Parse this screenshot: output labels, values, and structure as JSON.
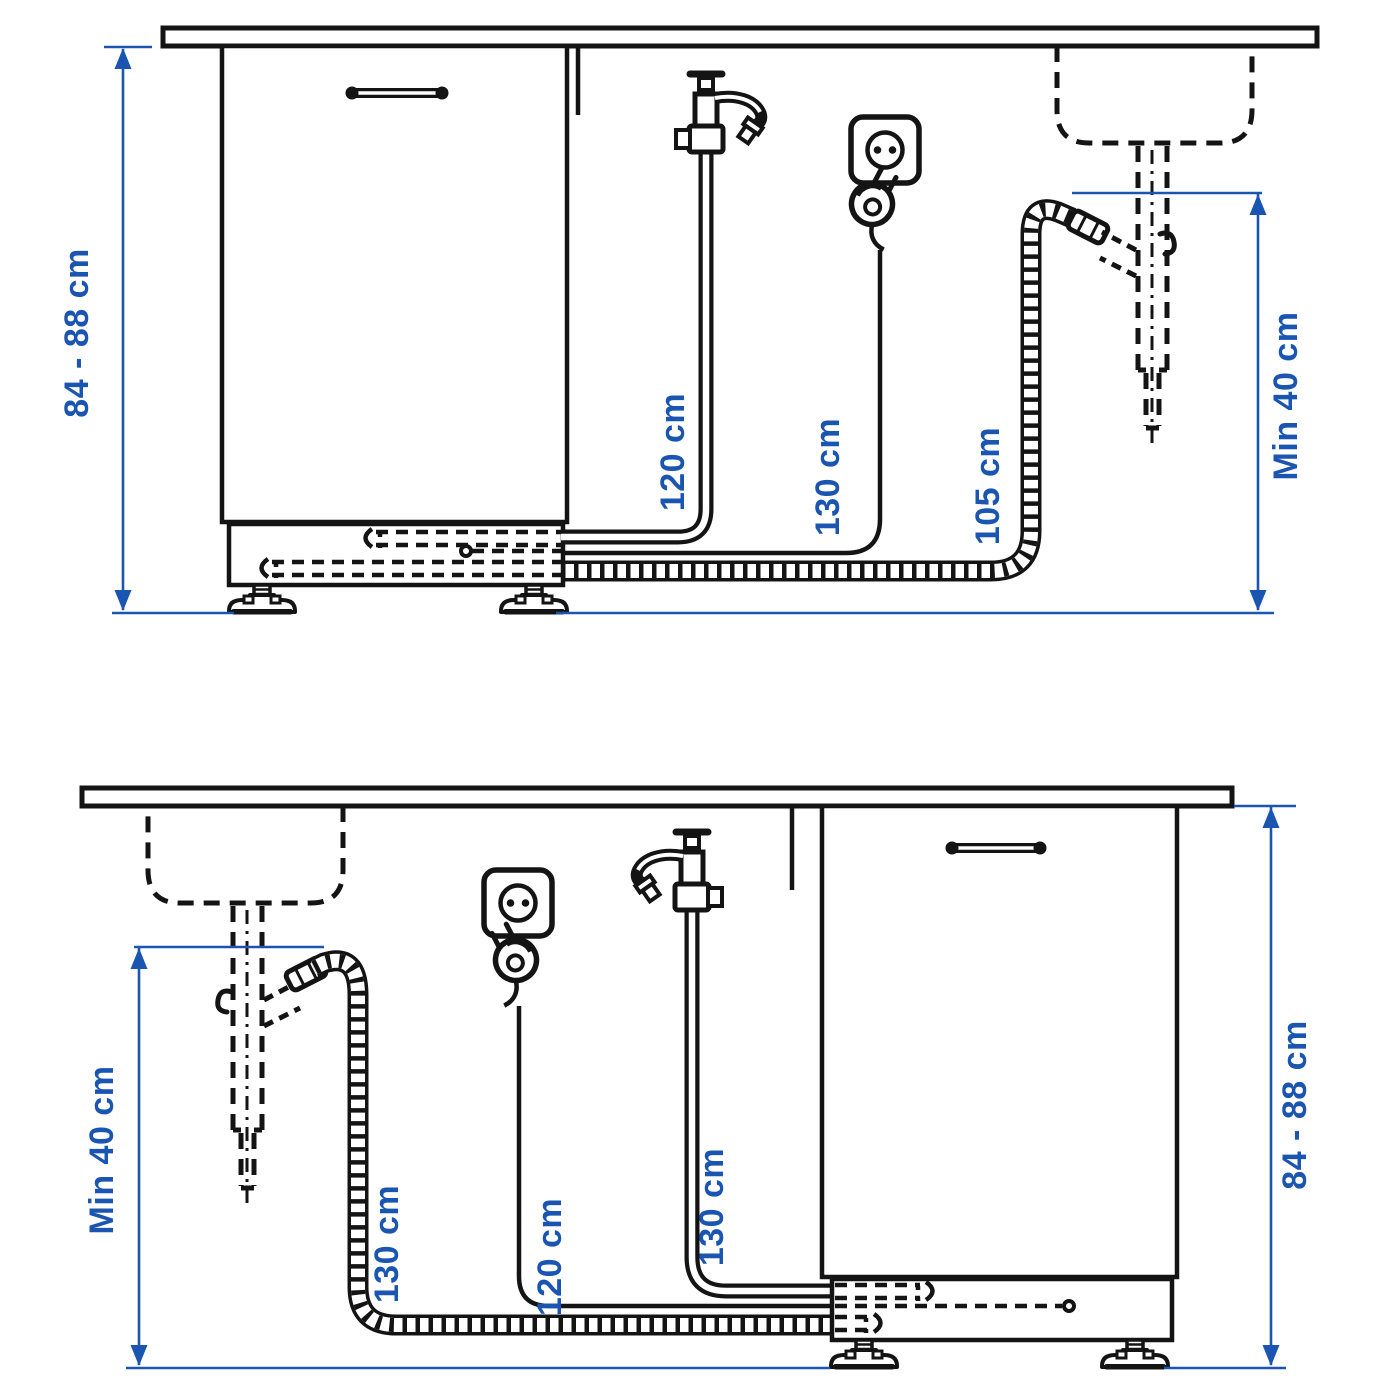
{
  "colors": {
    "annotation_blue": "#1b55b2",
    "linework_black": "#141414",
    "background": "#ffffff"
  },
  "top_view": {
    "cabinet_height_label": "84 - 88 cm",
    "supply_hose_length_label": "120 cm",
    "power_cord_length_label": "130 cm",
    "drain_hose_length_label": "105 cm",
    "drain_connection_min_height_label": "Min 40 cm"
  },
  "bottom_view": {
    "drain_connection_min_height_label": "Min 40 cm",
    "drain_hose_length_label": "130 cm",
    "power_cord_length_label": "120 cm",
    "supply_hose_length_label": "130 cm",
    "cabinet_height_label": "84 - 88 cm"
  },
  "icons": {
    "tap": "water-tap-icon",
    "socket": "power-socket-icon",
    "plug": "power-plug-icon",
    "sink": "sink-outline-dashed",
    "drain_trap": "drain-trap-dashed",
    "corrugated_hose": "drain-hose-corrugated",
    "leveling_foot": "adjustable-foot-icon",
    "hose_nut": "hose-union-nut-icon",
    "clamp": "hose-clamp-icon"
  }
}
